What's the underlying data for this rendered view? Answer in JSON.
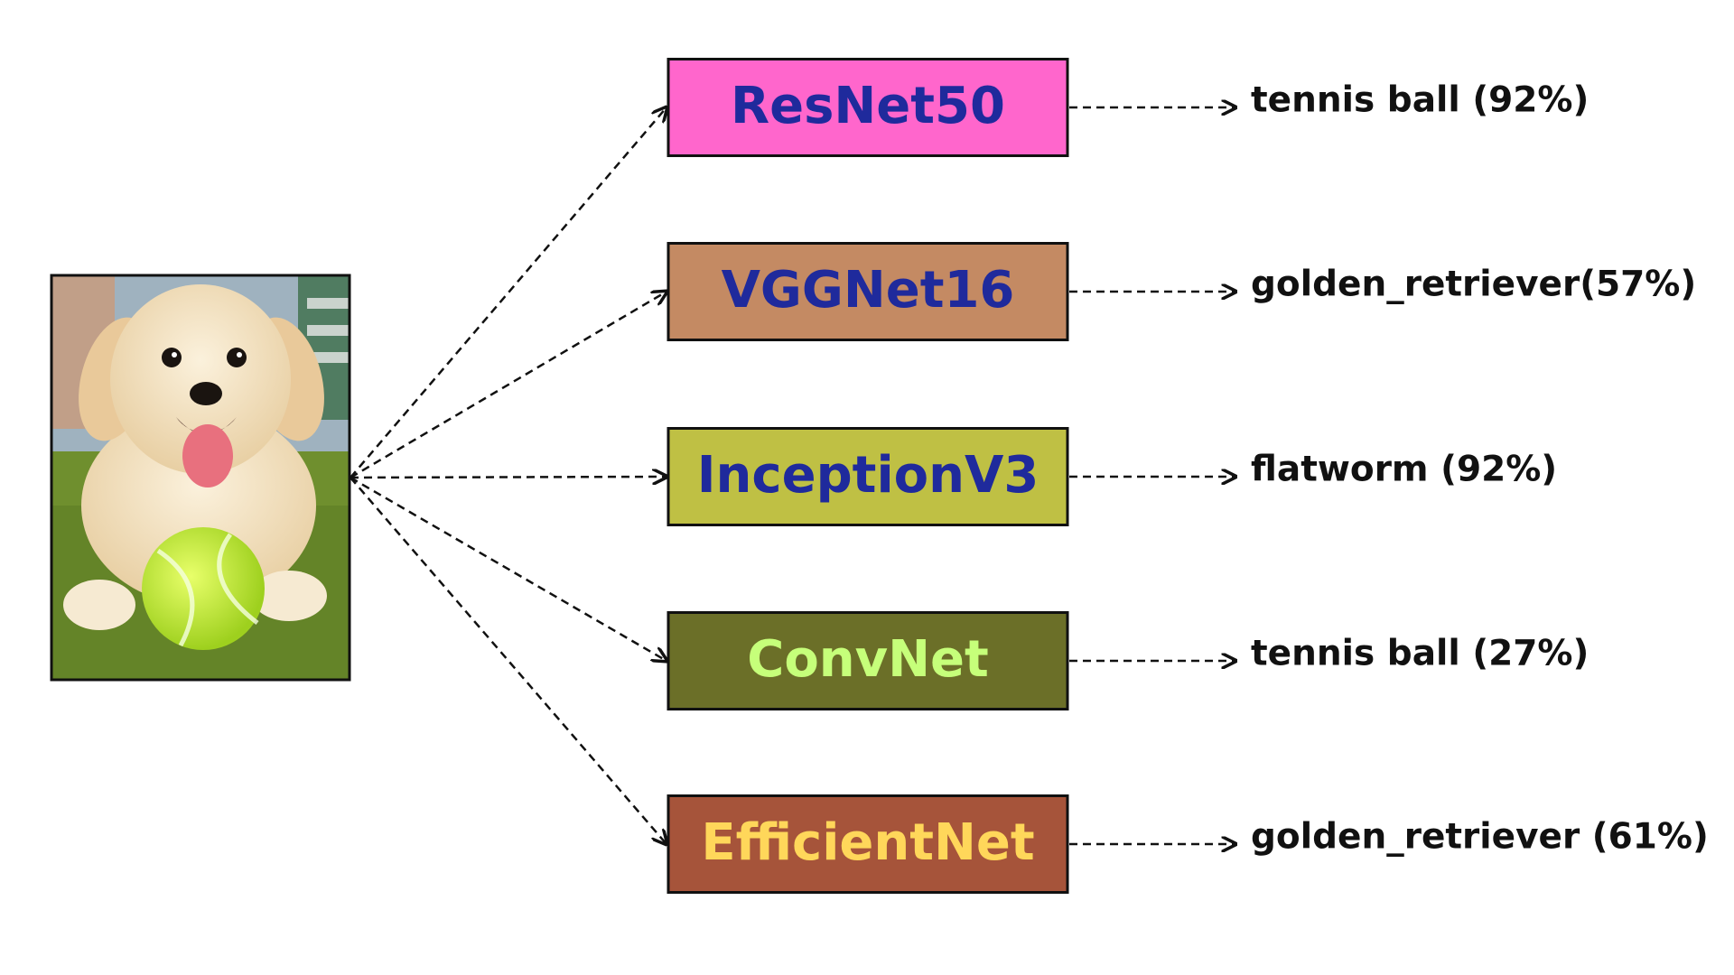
{
  "input_image": {
    "subject": "golden retriever puppy with tennis ball on grass",
    "colors": {
      "grass": "#6f8f2e",
      "fur": "#f3e2c2",
      "ball": "#c8ee36",
      "frame": "#111111"
    }
  },
  "models": [
    {
      "name": "ResNet50",
      "prediction": "tennis ball (92%)",
      "fill": "#ff66cc",
      "text_color": "#1f2a9c"
    },
    {
      "name": "VGGNet16",
      "prediction": "golden_retriever(57%)",
      "fill": "#c48a63",
      "text_color": "#1f2a9c"
    },
    {
      "name": "InceptionV3",
      "prediction": "flatworm (92%)",
      "fill": "#bfc044",
      "text_color": "#1f2a9c"
    },
    {
      "name": "ConvNet",
      "prediction": "tennis ball (27%)",
      "fill": "#6b6f28",
      "text_color": "#c6ff7a"
    },
    {
      "name": "EfficientNet",
      "prediction": "golden_retriever (61%)",
      "fill": "#a6543a",
      "text_color": "#ffd75a"
    }
  ]
}
